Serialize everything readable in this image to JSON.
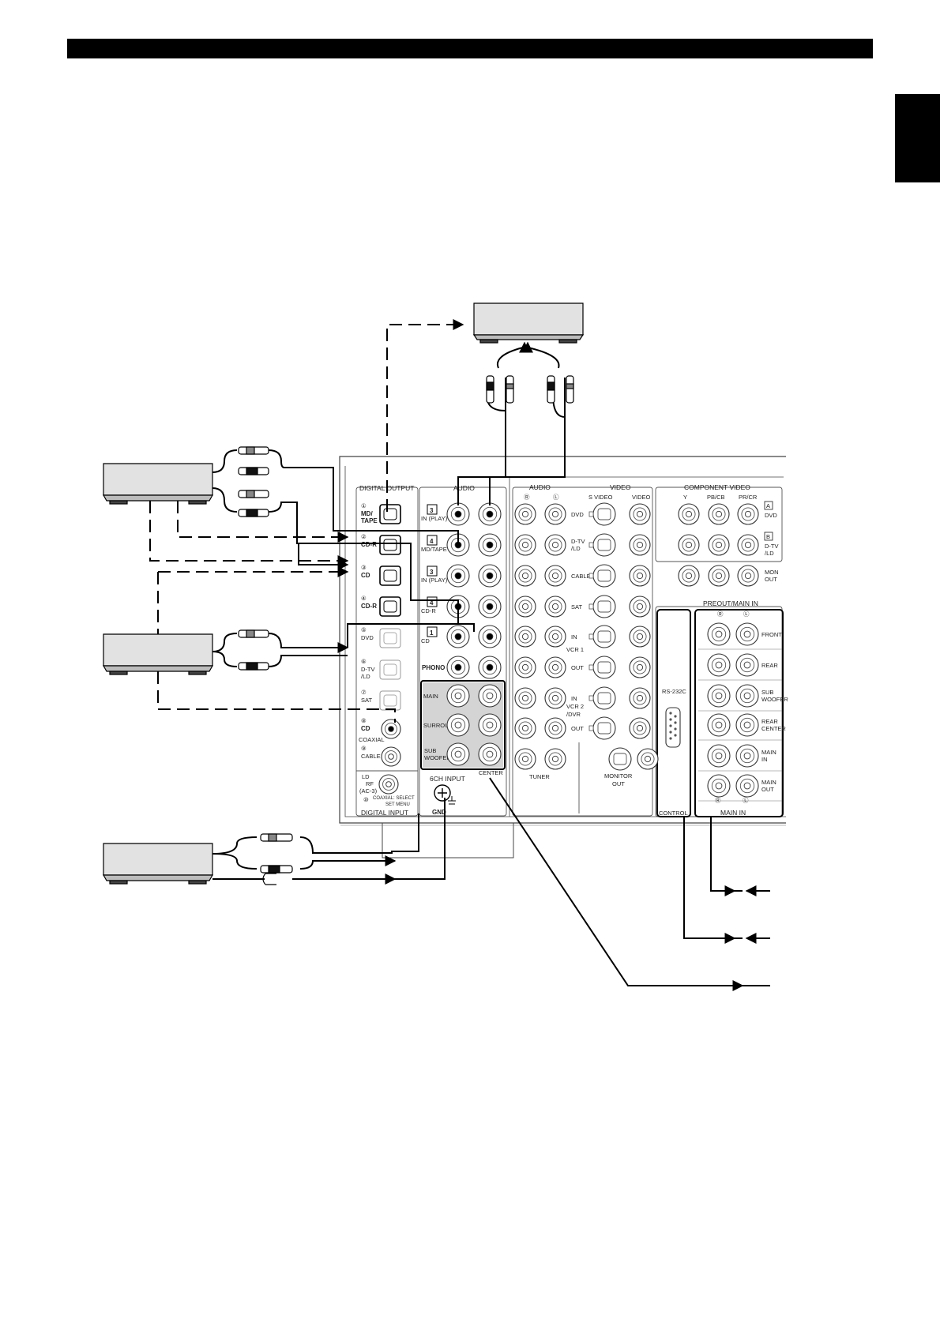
{
  "digital_output": {
    "section_label": "DIGITAL OUTPUT",
    "jacks": [
      {
        "num": "①",
        "label": "MD/ TAPE",
        "lines": [
          "MD/",
          "TAPE"
        ]
      },
      {
        "num": "②",
        "label": "CD-R",
        "lines": [
          "CD-R"
        ]
      }
    ]
  },
  "digital_input": {
    "section_label": "DIGITAL INPUT",
    "jacks": [
      {
        "num": "③",
        "lines": [
          "CD"
        ]
      },
      {
        "num": "④",
        "lines": [
          "CD-R"
        ]
      },
      {
        "num": "⑤",
        "lines": [
          "DVD"
        ]
      },
      {
        "num": "⑥",
        "lines": [
          "D-TV",
          "/LD"
        ]
      },
      {
        "num": "⑦",
        "lines": [
          "SAT"
        ]
      },
      {
        "num": "⑧",
        "lines": [
          "CD"
        ]
      },
      {
        "num": "⑨",
        "lines": [
          "CABLE"
        ]
      }
    ],
    "coaxial_label": "COAXIAL",
    "ld_label_lines": [
      "LD",
      "RF",
      "(AC-3)"
    ],
    "num_10": "⑩",
    "coax_select_lines": [
      "COAXIAL: SELECT",
      "SET MENU"
    ]
  },
  "audio": {
    "section_label": "AUDIO",
    "rows": [
      {
        "num": "3",
        "lines": [
          "IN (PLAY)"
        ]
      },
      {
        "num": "4",
        "lines": [
          "MD/TAPE"
        ]
      },
      {
        "num": "3",
        "lines": [
          "IN (PLAY)"
        ]
      },
      {
        "num": "4",
        "lines": [
          "CD-R"
        ]
      },
      {
        "num": "1",
        "lines": [
          "CD"
        ]
      },
      {
        "num": "",
        "lines": [
          "PHONO"
        ]
      }
    ],
    "six_ch_rows": [
      "MAIN",
      "SURROUND",
      "SUB WOOFER"
    ],
    "center_label": "CENTER",
    "six_ch_label": "6CH INPUT",
    "gnd_label": "GND"
  },
  "video_panel": {
    "audio_header": "AUDIO",
    "video_header": "VIDEO",
    "r_label": "Ⓡ",
    "l_label": "Ⓛ",
    "s_video_label": "S VIDEO",
    "video_label": "VIDEO",
    "rows": [
      {
        "lines": [
          "DVD"
        ]
      },
      {
        "lines": [
          "D-TV",
          "/LD"
        ]
      },
      {
        "lines": [
          "CABLE"
        ]
      },
      {
        "lines": [
          "SAT"
        ]
      },
      {
        "lines": [
          "IN"
        ]
      },
      {
        "lines": [
          "OUT"
        ]
      },
      {
        "lines": [
          "IN"
        ]
      },
      {
        "lines": [
          "OUT"
        ]
      }
    ],
    "vcr1_label": "VCR 1",
    "vcr2_lines": [
      "VCR 2",
      "/DVR"
    ],
    "tuner_label": "TUNER",
    "monitor_out_lines": [
      "MONITOR",
      "OUT"
    ]
  },
  "component_video": {
    "header": "COMPONENT VIDEO",
    "cols": [
      "Y",
      "PB/CB",
      "PR/CR"
    ],
    "rows": [
      {
        "badge": "A",
        "lines": [
          "DVD"
        ]
      },
      {
        "badge": "B",
        "lines": [
          "D-TV",
          "/LD"
        ]
      },
      {
        "badge": "",
        "lines": [
          "MON",
          "OUT"
        ]
      }
    ]
  },
  "control": {
    "rs232c_label": "RS-232C",
    "control_label": "CONTROL"
  },
  "preout": {
    "header": "PREOUT/MAIN IN",
    "r_label": "Ⓡ",
    "l_label": "Ⓛ",
    "rows": [
      {
        "lines": [
          "FRONT"
        ]
      },
      {
        "lines": [
          "REAR"
        ]
      },
      {
        "lines": [
          "SUB",
          "WOOFER"
        ]
      },
      {
        "lines": [
          "REAR",
          "CENTER"
        ]
      },
      {
        "lines": [
          "MAIN",
          "IN"
        ]
      },
      {
        "lines": [
          "MAIN",
          "OUT"
        ]
      }
    ],
    "main_in_label": "MAIN IN"
  }
}
